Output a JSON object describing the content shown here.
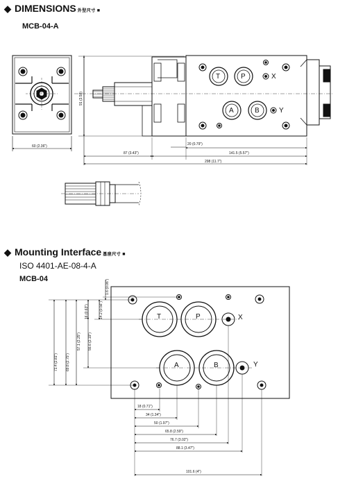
{
  "section1": {
    "title": "DIMENSIONS",
    "subtitle_cn": "外型尺寸",
    "model": "MCB-04-A",
    "dims": {
      "width_60": "60 (2.36\")",
      "h_91": "91 (3.58)",
      "d_20": "20 (0.79\")",
      "d_87": "87 (3.43\")",
      "d_141_5": "141.5 (5.57\")",
      "d_298": "298 (11.7\")"
    },
    "ports": {
      "t": "T",
      "p": "P",
      "a": "A",
      "b": "B",
      "x": "X",
      "y": "Y"
    }
  },
  "section2": {
    "title": "Mounting Interface",
    "subtitle_cn": "基座尺寸",
    "standard": "ISO 4401-AE-08-4-A",
    "model": "MCB-04",
    "vertical_dims": {
      "d_1_6": "1.6 (0.06\")",
      "d_14_2": "14.2 (0.56\")",
      "d_16": "16 (0.63\")",
      "d_55_6": "55.6 (2.19\")",
      "d_57_1": "57.1 (2.25\")",
      "d_69_8": "69.8 (2.75\")",
      "d_71_4": "71.4 (2.81\")"
    },
    "horizontal_dims": {
      "d_18": "18 (0.71\")",
      "d_34": "34 (1.34\")",
      "d_50": "50 (1.97\")",
      "d_65_8": "65.8 (2.59\")",
      "d_76_7": "76.7 (3.02\")",
      "d_88_1": "88.1 (3.47\")",
      "d_101_6": "101.6 (4\")"
    },
    "ports": {
      "t": "T",
      "p": "P",
      "a": "A",
      "b": "B",
      "x": "X",
      "y": "Y"
    }
  }
}
